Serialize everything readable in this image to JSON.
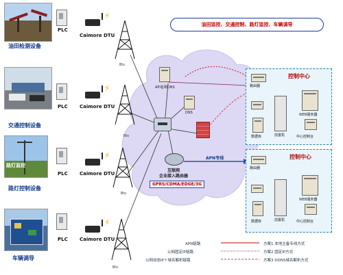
{
  "sites": [
    {
      "caption": "油田检测设备",
      "plc": "PLC",
      "dtu": "Caimore DTU",
      "bts": "Bts"
    },
    {
      "caption": "交通控制设备",
      "plc": "PLC",
      "dtu": "Caimore DTU",
      "bts": "Bts"
    },
    {
      "caption": "路灯控制设备",
      "plc": "PLC",
      "dtu": "Caimore DTU",
      "bts": "Bts",
      "photo_overlay": "路灯监控"
    },
    {
      "caption": "车辆调导",
      "plc": "PLC",
      "dtu": "Caimore DTU",
      "bts": "Bts"
    }
  ],
  "top_label": "油田监控、交通控制、路灯监控、车辆调导",
  "cloud": {
    "dns_center": "API名称DNS",
    "dns": "DNS",
    "router_line1": "互联网",
    "router_line2": "企业接入路由器",
    "protocols": "GPRS/CDMA/EDGE/3G",
    "apn_line": "APN专线"
  },
  "control_centers": [
    {
      "title": "控制中心",
      "devices": {
        "router": "路由器",
        "db": "数据库",
        "front": "前置机",
        "web": "WEB服务器",
        "monitor": "中心控制台"
      }
    },
    {
      "title": "控制中心",
      "devices": {
        "router": "路由器",
        "db": "数据库",
        "front": "前置机",
        "web": "WEB服务器",
        "monitor": "中心控制台"
      }
    }
  ],
  "legend": [
    {
      "left": "APN链路",
      "right": "方案1 本地主备专线方式"
    },
    {
      "left": "公网固定IP链路",
      "right": "方案2 固定IP方式"
    },
    {
      "left": "公网动态IP＋域名解析链路",
      "right": "方案3 DDNS域名解析方式"
    }
  ],
  "colors": {
    "apn": "#c00000",
    "fixed_ip": "#7a1e6e",
    "ddns": "#d9364a",
    "cloud": "#ddd8f3",
    "caption": "#123a8c"
  }
}
